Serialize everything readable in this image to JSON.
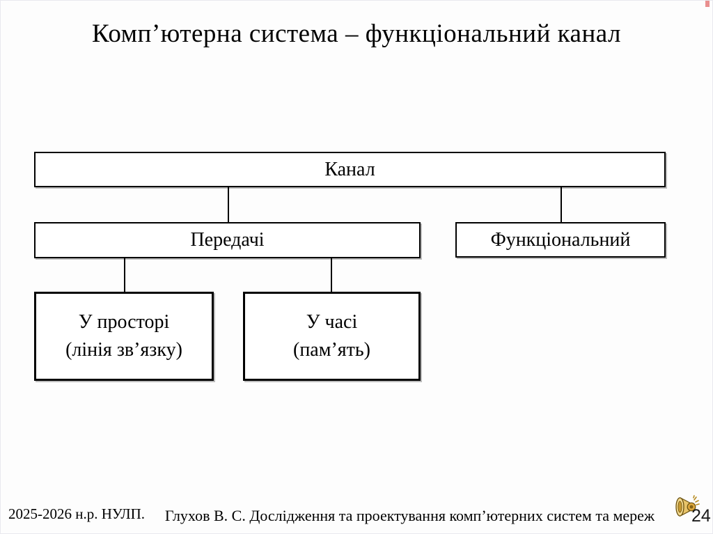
{
  "slide": {
    "title": "Комп’ютерна система – функціональний канал",
    "page_number": "24",
    "footer": {
      "left": "2025-2026 н.р. НУЛП.",
      "center": "Глухов В. С. Дослідження та проектування комп’ютерних систем та мереж"
    }
  },
  "diagram": {
    "type": "hierarchy-block-diagram",
    "nodes": {
      "kanal": {
        "label": "Канал"
      },
      "peredachi": {
        "label": "Передачі"
      },
      "funktsionalnyi": {
        "label": "Функціональний"
      },
      "u_prostori": {
        "label": "У просторі",
        "sublabel": "(лінія зв’язку)"
      },
      "u_chasi": {
        "label": "У часі",
        "sublabel": "(пам’ять)"
      }
    },
    "edges": [
      {
        "from": "kanal",
        "to": "peredachi"
      },
      {
        "from": "kanal",
        "to": "funktsionalnyi"
      },
      {
        "from": "peredachi",
        "to": "u_prostori"
      },
      {
        "from": "peredachi",
        "to": "u_chasi"
      }
    ],
    "icons": {
      "audio": "speaker-icon"
    },
    "colors": {
      "text": "#000000",
      "box_border": "#000000",
      "box_fill": "#ffffff",
      "background": "#fdfdfd",
      "speaker_gold": "#dca63c",
      "corner_marker": "#e06060"
    }
  }
}
